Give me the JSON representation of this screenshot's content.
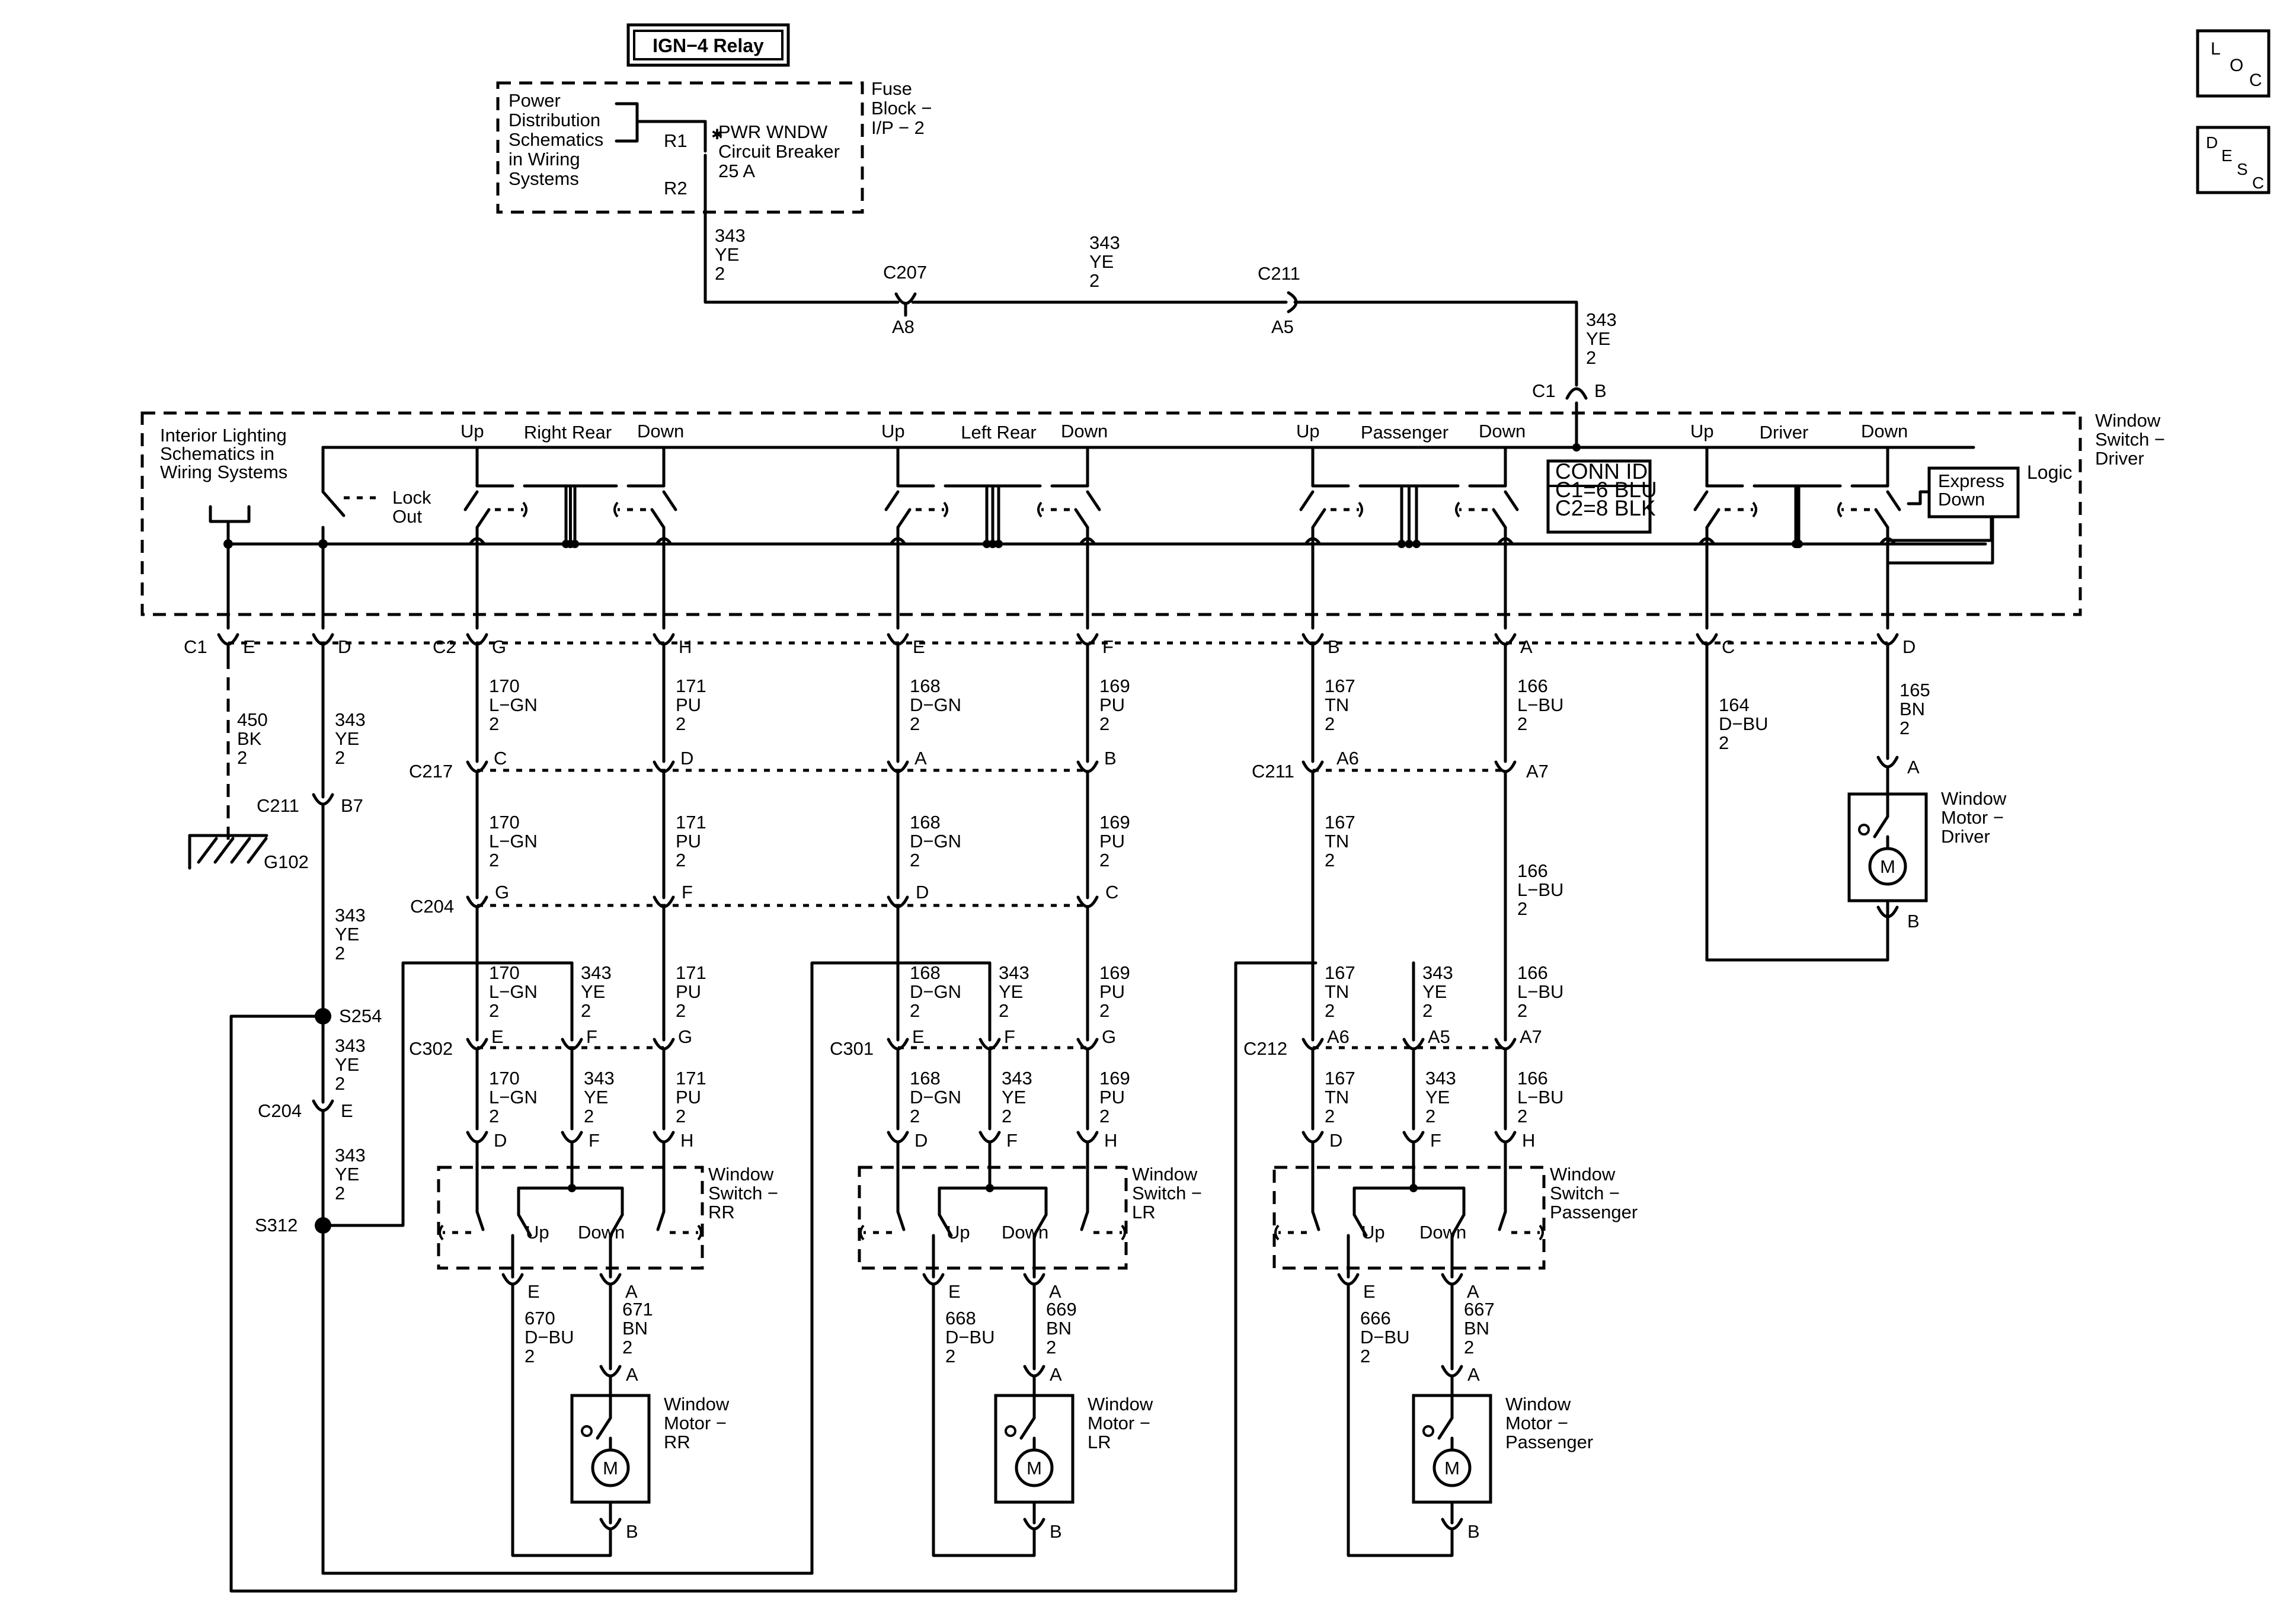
{
  "relay": "IGN−4 Relay",
  "power_dist": [
    "Power",
    "Distribution",
    "Schematics",
    "in Wiring",
    "Systems"
  ],
  "fuse_block": [
    "Fuse",
    "Block −",
    "I/P − 2"
  ],
  "breaker": [
    "PWR WNDW",
    "Circuit Breaker",
    "25 A"
  ],
  "breaker_pins": [
    "R1",
    "R2"
  ],
  "loc": [
    "L",
    "O",
    "C"
  ],
  "desc": [
    "D",
    "E",
    "S",
    "C"
  ],
  "feed_wire": [
    "343",
    "YE",
    "2"
  ],
  "feed_connectors": [
    {
      "name": "C207",
      "pin": "A8"
    },
    {
      "name": "C211",
      "pin": "A5"
    }
  ],
  "c1b": {
    "name": "C1",
    "pin": "B"
  },
  "driver_switch": {
    "title": [
      "Window",
      "Switch −",
      "Driver"
    ],
    "interior": [
      "Interior Lighting",
      "Schematics in",
      "Wiring Systems"
    ],
    "lockout": [
      "Lock",
      "Out"
    ],
    "groups": [
      "Right Rear",
      "Left Rear",
      "Passenger",
      "Driver"
    ],
    "up": "Up",
    "down": "Down",
    "conn_id": [
      "CONN ID",
      "C1=6 BLU",
      "C2=8 BLK"
    ],
    "express": [
      "Express",
      "Down"
    ],
    "logic": "Logic"
  },
  "main_conn": {
    "c1": "C1",
    "c2": "C2",
    "pins": [
      "E",
      "D",
      "G",
      "H",
      "E",
      "F",
      "B",
      "A",
      "C",
      "D"
    ]
  },
  "ground_wire": [
    "450",
    "BK",
    "2"
  ],
  "ground": "G102",
  "wires_top": [
    [
      "343",
      "YE",
      "2"
    ],
    [
      "170",
      "L−GN",
      "2"
    ],
    [
      "171",
      "PU",
      "2"
    ],
    [
      "168",
      "D−GN",
      "2"
    ],
    [
      "169",
      "PU",
      "2"
    ],
    [
      "167",
      "TN",
      "2"
    ],
    [
      "166",
      "L−BU",
      "2"
    ],
    [
      "164",
      "D−BU",
      "2"
    ],
    [
      "165",
      "BN",
      "2"
    ]
  ],
  "c217": {
    "name": "C217",
    "pins": [
      "C",
      "D",
      "A",
      "B"
    ]
  },
  "c211a": {
    "name": "C211",
    "pins": [
      "A6",
      "A7"
    ]
  },
  "c211b": {
    "name": "C211",
    "pin": "B7"
  },
  "c204a": {
    "name": "C204",
    "pins": [
      "G",
      "F",
      "D",
      "C"
    ]
  },
  "c204b": {
    "name": "C204",
    "pin": "E"
  },
  "splices": [
    "S254",
    "S312"
  ],
  "driver_motor": {
    "title": [
      "Window",
      "Motor −",
      "Driver"
    ],
    "pins": [
      "A",
      "B"
    ],
    "symbol": "M"
  },
  "doors": [
    {
      "conn": "C302",
      "conn_pins": [
        "E",
        "F",
        "G"
      ],
      "wires": [
        [
          "170",
          "L−GN",
          "2"
        ],
        [
          "343",
          "YE",
          "2"
        ],
        [
          "171",
          "PU",
          "2"
        ]
      ],
      "sw_pins": [
        "D",
        "F",
        "H"
      ],
      "switch": [
        "Window",
        "Switch −",
        "RR"
      ],
      "out_pins": [
        "E",
        "A"
      ],
      "out_wires": [
        [
          "670",
          "D−BU",
          "2"
        ],
        [
          "671",
          "BN",
          "2"
        ]
      ],
      "motor": [
        "Window",
        "Motor −",
        "RR"
      ],
      "motor_pins": [
        "A",
        "B"
      ]
    },
    {
      "conn": "C301",
      "conn_pins": [
        "E",
        "F",
        "G"
      ],
      "wires": [
        [
          "168",
          "D−GN",
          "2"
        ],
        [
          "343",
          "YE",
          "2"
        ],
        [
          "169",
          "PU",
          "2"
        ]
      ],
      "sw_pins": [
        "D",
        "F",
        "H"
      ],
      "switch": [
        "Window",
        "Switch −",
        "LR"
      ],
      "out_pins": [
        "E",
        "A"
      ],
      "out_wires": [
        [
          "668",
          "D−BU",
          "2"
        ],
        [
          "669",
          "BN",
          "2"
        ]
      ],
      "motor": [
        "Window",
        "Motor −",
        "LR"
      ],
      "motor_pins": [
        "A",
        "B"
      ]
    },
    {
      "conn": "C212",
      "conn_pins": [
        "A6",
        "A5",
        "A7"
      ],
      "wires": [
        [
          "167",
          "TN",
          "2"
        ],
        [
          "343",
          "YE",
          "2"
        ],
        [
          "166",
          "L−BU",
          "2"
        ]
      ],
      "sw_pins": [
        "D",
        "F",
        "H"
      ],
      "switch": [
        "Window",
        "Switch −",
        "Passenger"
      ],
      "out_pins": [
        "E",
        "A"
      ],
      "out_wires": [
        [
          "666",
          "D−BU",
          "2"
        ],
        [
          "667",
          "BN",
          "2"
        ]
      ],
      "motor": [
        "Window",
        "Motor −",
        "Passenger"
      ],
      "motor_pins": [
        "A",
        "B"
      ]
    }
  ]
}
